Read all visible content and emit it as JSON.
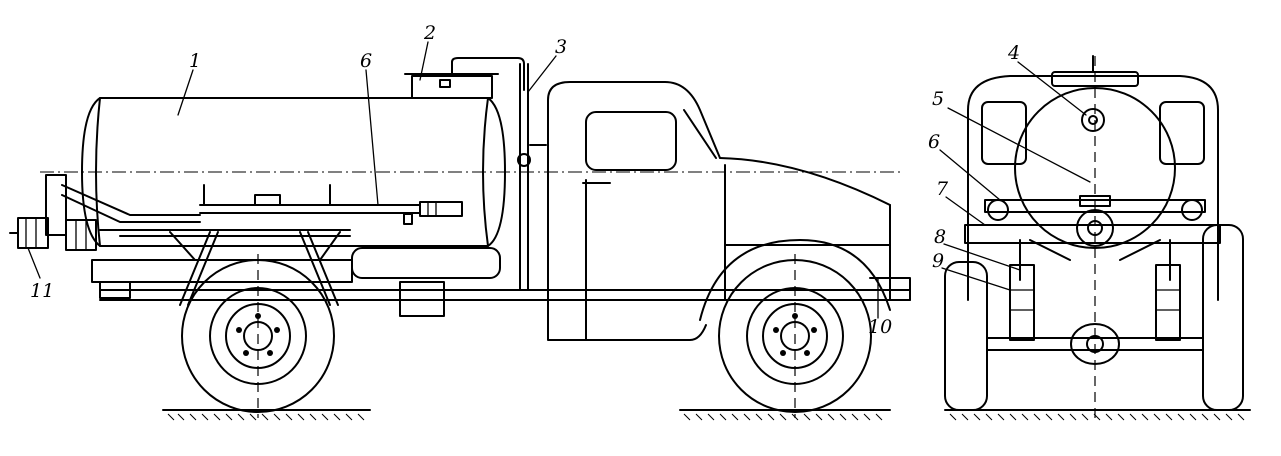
{
  "callouts": [
    {
      "id": "c1",
      "text": "1"
    },
    {
      "id": "c2",
      "text": "2"
    },
    {
      "id": "c3",
      "text": "3"
    },
    {
      "id": "c4",
      "text": "4"
    },
    {
      "id": "c5",
      "text": "5"
    },
    {
      "id": "c6a",
      "text": "6"
    },
    {
      "id": "c6b",
      "text": "6"
    },
    {
      "id": "c7",
      "text": "7"
    },
    {
      "id": "c8",
      "text": "8"
    },
    {
      "id": "c9",
      "text": "9"
    },
    {
      "id": "c10",
      "text": "10"
    },
    {
      "id": "c11",
      "text": "11"
    }
  ]
}
